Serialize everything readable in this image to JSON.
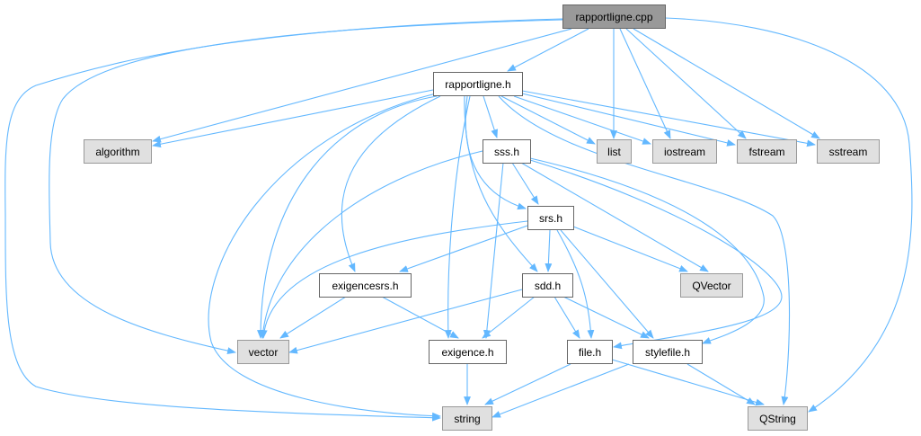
{
  "title": "rapportligne.cpp",
  "nodes": {
    "cpp": "rapportligne.cpp",
    "rh": "rapportligne.h",
    "algorithm": "algorithm",
    "sss": "sss.h",
    "list": "list",
    "iostream": "iostream",
    "fstream": "fstream",
    "sstream": "sstream",
    "srs": "srs.h",
    "exigencesrs": "exigencesrs.h",
    "sdd": "sdd.h",
    "qvector": "QVector",
    "vector": "vector",
    "exigence": "exigence.h",
    "file": "file.h",
    "stylefile": "stylefile.h",
    "string": "string",
    "qstring": "QString"
  },
  "colors": {
    "edge": "#63b8ff",
    "root": "#999999",
    "external": "#e0e0e0"
  }
}
